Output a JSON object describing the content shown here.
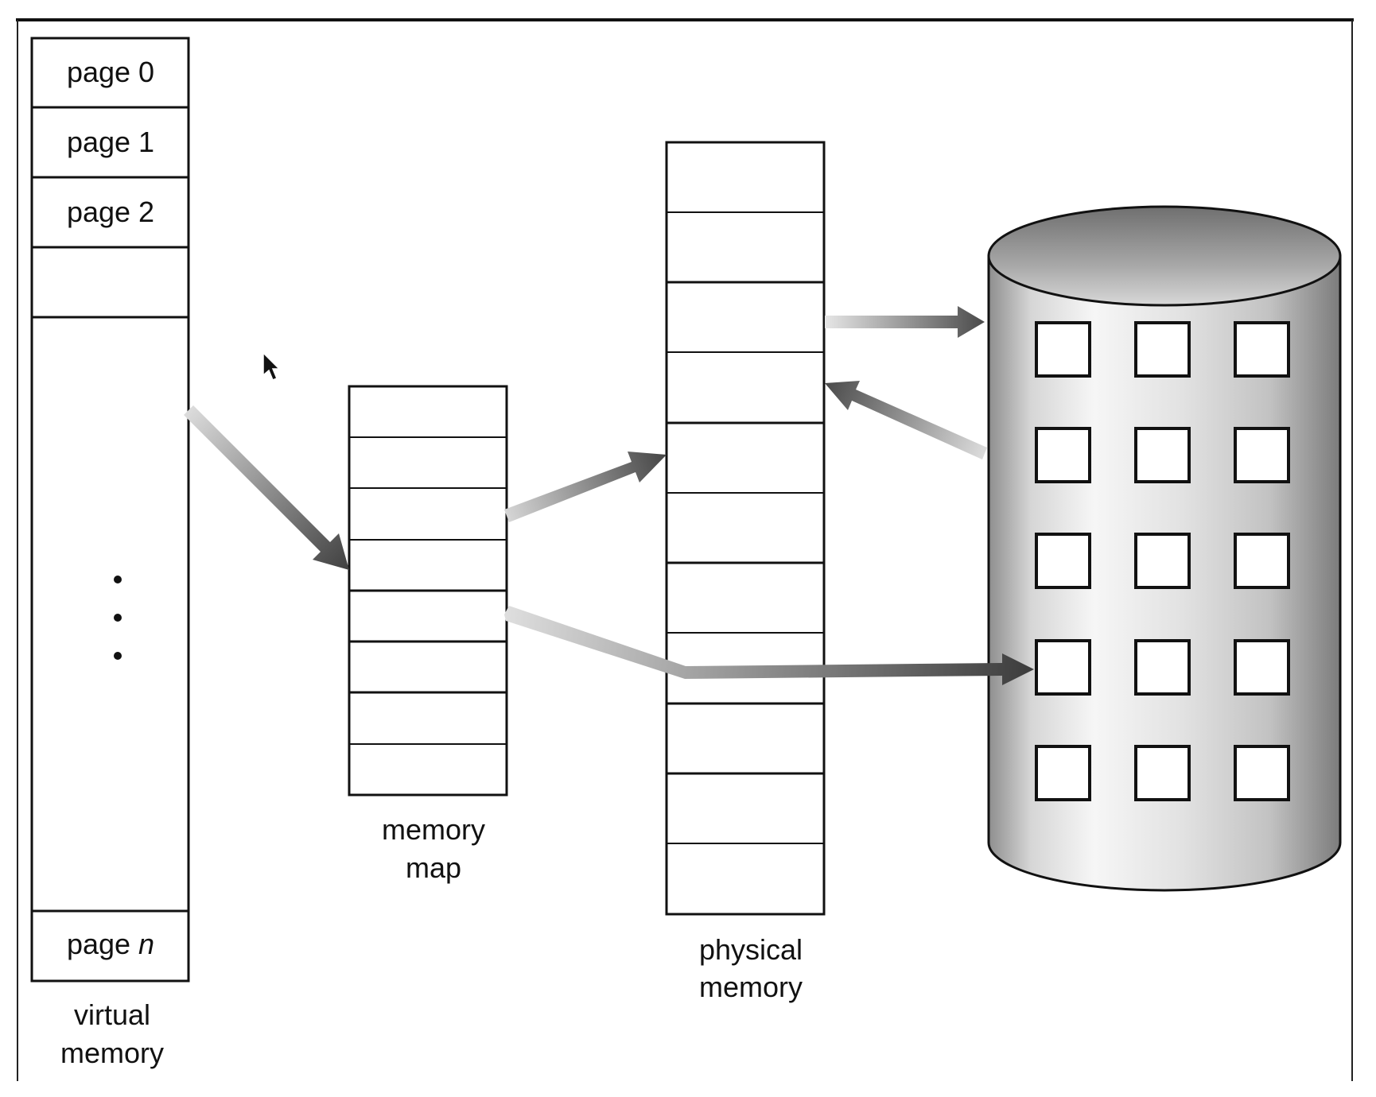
{
  "virtual_memory": {
    "pages": [
      "page 0",
      "page 1",
      "page 2"
    ],
    "last_page_prefix": "page ",
    "last_page_var": "n",
    "label_line1": "virtual",
    "label_line2": "memory"
  },
  "memory_map": {
    "label_line1": "memory",
    "label_line2": "map"
  },
  "physical_memory": {
    "label_line1": "physical",
    "label_line2": "memory"
  },
  "colors": {
    "line": "#111111",
    "arrow_dark": "#454545",
    "arrow_light": "#d2d2d2",
    "disk_dark": "#8a8a8a",
    "disk_light": "#f4f4f4"
  }
}
